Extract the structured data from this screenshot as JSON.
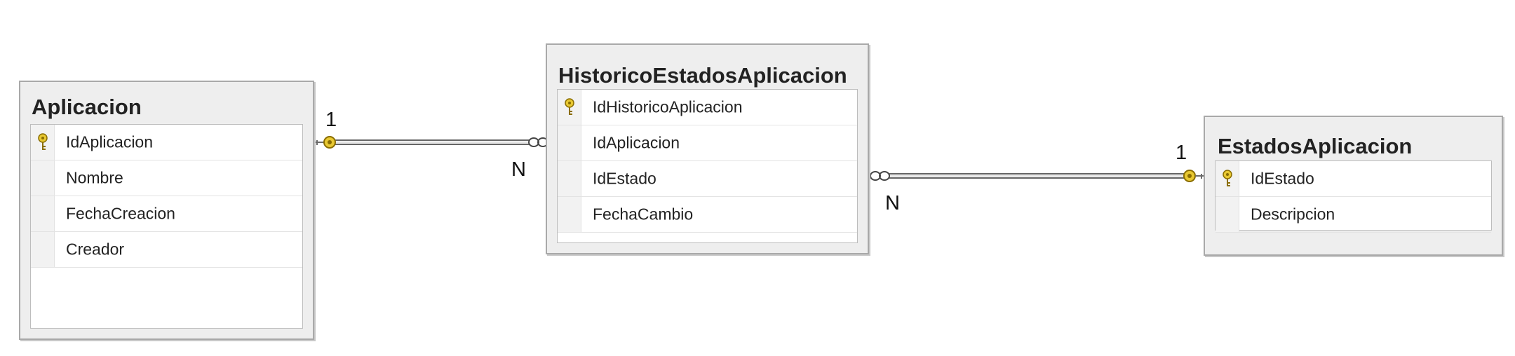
{
  "tables": {
    "aplicacion": {
      "title": "Aplicacion",
      "columns": [
        {
          "name": "IdAplicacion",
          "primary_key": true
        },
        {
          "name": "Nombre",
          "primary_key": false
        },
        {
          "name": "FechaCreacion",
          "primary_key": false
        },
        {
          "name": "Creador",
          "primary_key": false
        }
      ]
    },
    "historico": {
      "title": "HistoricoEstadosAplicacion",
      "columns": [
        {
          "name": "IdHistoricoAplicacion",
          "primary_key": true
        },
        {
          "name": "IdAplicacion",
          "primary_key": false
        },
        {
          "name": "IdEstado",
          "primary_key": false
        },
        {
          "name": "FechaCambio",
          "primary_key": false
        }
      ]
    },
    "estados": {
      "title": "EstadosAplicacion",
      "columns": [
        {
          "name": "IdEstado",
          "primary_key": true
        },
        {
          "name": "Descripcion",
          "primary_key": false
        }
      ]
    }
  },
  "relationships": [
    {
      "from": "Aplicacion",
      "to": "HistoricoEstadosAplicacion",
      "one_label": "1",
      "many_label": "N"
    },
    {
      "from": "EstadosAplicacion",
      "to": "HistoricoEstadosAplicacion",
      "one_label": "1",
      "many_label": "N"
    }
  ],
  "colors": {
    "key_fill": "#e8c832",
    "key_stroke": "#8a6d00",
    "line": "#666666"
  },
  "icons": {
    "primary_key": "key-icon",
    "one_end": "key-icon",
    "many_end": "infinity-icon"
  }
}
